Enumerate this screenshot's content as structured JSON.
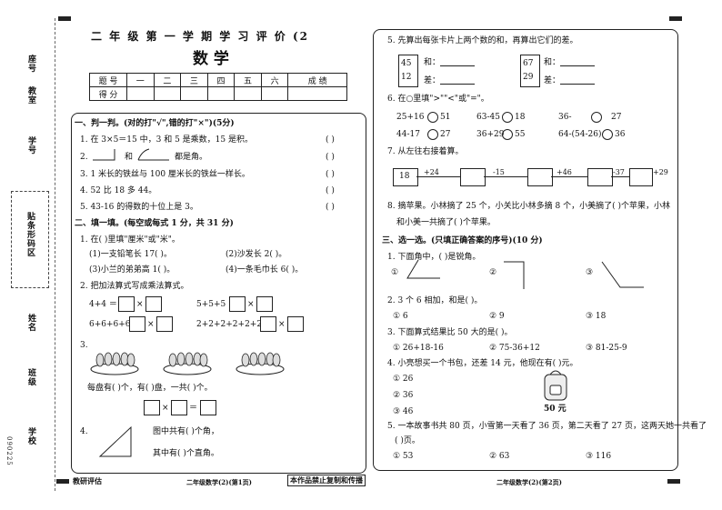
{
  "header": {
    "title": "二 年 级 第 一 学 期 学 习 评 价 (2",
    "subject": "数 学",
    "score_table": {
      "row1_label": "题 号",
      "row2_label": "得 分",
      "cols": [
        "一",
        "二",
        "三",
        "四",
        "五",
        "六",
        "成 绩"
      ]
    }
  },
  "sidebar": {
    "seat": "座号",
    "room": "教室",
    "exam_no": "学号",
    "school_area": "贴条形码区",
    "name": "姓名",
    "class": "班级",
    "school": "学校",
    "serial": "090225"
  },
  "left": {
    "sec1": {
      "title": "一、判一判。(对的打\"√\",错的打\"×\")(5分)",
      "q1": "1. 在 3×5＝15 中，3 和 5 是乘数，15 是积。",
      "q2a": "2.",
      "q2b": "和",
      "q2c": "都是角。",
      "q3": "3. 1 米长的铁丝与 100 厘米长的铁丝一样长。",
      "q4": "4. 52 比 18 多 44。",
      "q5": "5. 43-16 的得数的十位上是 3。",
      "paren": "(        )"
    },
    "sec2": {
      "title": "二、填一填。(每空或每式 1 分，共 31 分)",
      "q1": "1. 在(      )里填\"厘米\"或\"米\"。",
      "q1a": "(1)一支铅笔长 17(        )。",
      "q1b": "(2)沙发长 2(        )。",
      "q1c": "(3)小兰的弟弟高 1(        )。",
      "q1d": "(4)一条毛巾长 6(        )。",
      "q2": "2. 把加法算式写成乘法算式。",
      "e1": "4+4 ＝",
      "e2": "5+5+5 ＝",
      "e3": "6+6+6+6 ＝",
      "e4": "2+2+2+2+2+2 ＝",
      "times": "×",
      "q3": "3.",
      "q3a": "每盘有(        )个，有(        )盘，一共(        )个。",
      "q4": "4.",
      "q4a": "图中共有(        )个角，",
      "q4b": "其中有(        )个直角。"
    },
    "footer_left": "教研评估",
    "footer_mid": "二年级数学(2)(第1页)",
    "footer_stamp": "本作品禁止复制和传播"
  },
  "right": {
    "q5": "5. 先算出每张卡片上两个数的和，再算出它们的差。",
    "card1": [
      "45",
      "12"
    ],
    "card2": [
      "67",
      "29"
    ],
    "he": "和：",
    "cha": "差：",
    "q6": "6. 在○里填\">\"\"<\"或\"=\"。",
    "c1": "25+16",
    "c1r": "51",
    "c2": "63-45",
    "c2r": "18",
    "c3": "36-",
    "c3r": "27",
    "c4": "44-17",
    "c4r": "27",
    "c5": "36+29",
    "c5r": "55",
    "c6": "64-(54-26)",
    "c6r": "36",
    "q7": "7. 从左往右接着算。",
    "chain_start": "18",
    "ops": [
      "+24",
      "-15",
      "+46",
      "-37",
      "+29"
    ],
    "q8a": "8. 摘苹果。小林摘了 25 个，小关比小林多摘 8 个，小美摘了(        )个苹果，小林",
    "q8b": "和小美一共摘了(        )个苹果。",
    "sec3": {
      "title": "三、选一选。(只填正确答案的序号)(10 分)",
      "q1": "1. 下面角中，(        )是锐角。",
      "o1": "①",
      "o2": "②",
      "o3": "③",
      "q2": "2. 3 个 6 相加，和是(        )。",
      "q2o": [
        "① 6",
        "② 9",
        "③ 18"
      ],
      "q3": "3. 下面算式结果比 50 大的是(        )。",
      "q3o": [
        "① 26+18-16",
        "② 75-36+12",
        "③ 81-25-9"
      ],
      "q4": "4. 小亮想买一个书包，还差 14 元，他现在有(        )元。",
      "q4o": [
        "① 26",
        "② 36",
        "③ 46"
      ],
      "price": "50 元",
      "q5a": "5. 一本故事书共 80 页，小雪第一天看了 36 页，第二天看了 27 页，这两天她一共看了",
      "q5b": "(        )页。",
      "q5o": [
        "① 53",
        "② 63",
        "③ 116"
      ]
    },
    "footer_right": "二年级数学(2)(第2页)"
  }
}
